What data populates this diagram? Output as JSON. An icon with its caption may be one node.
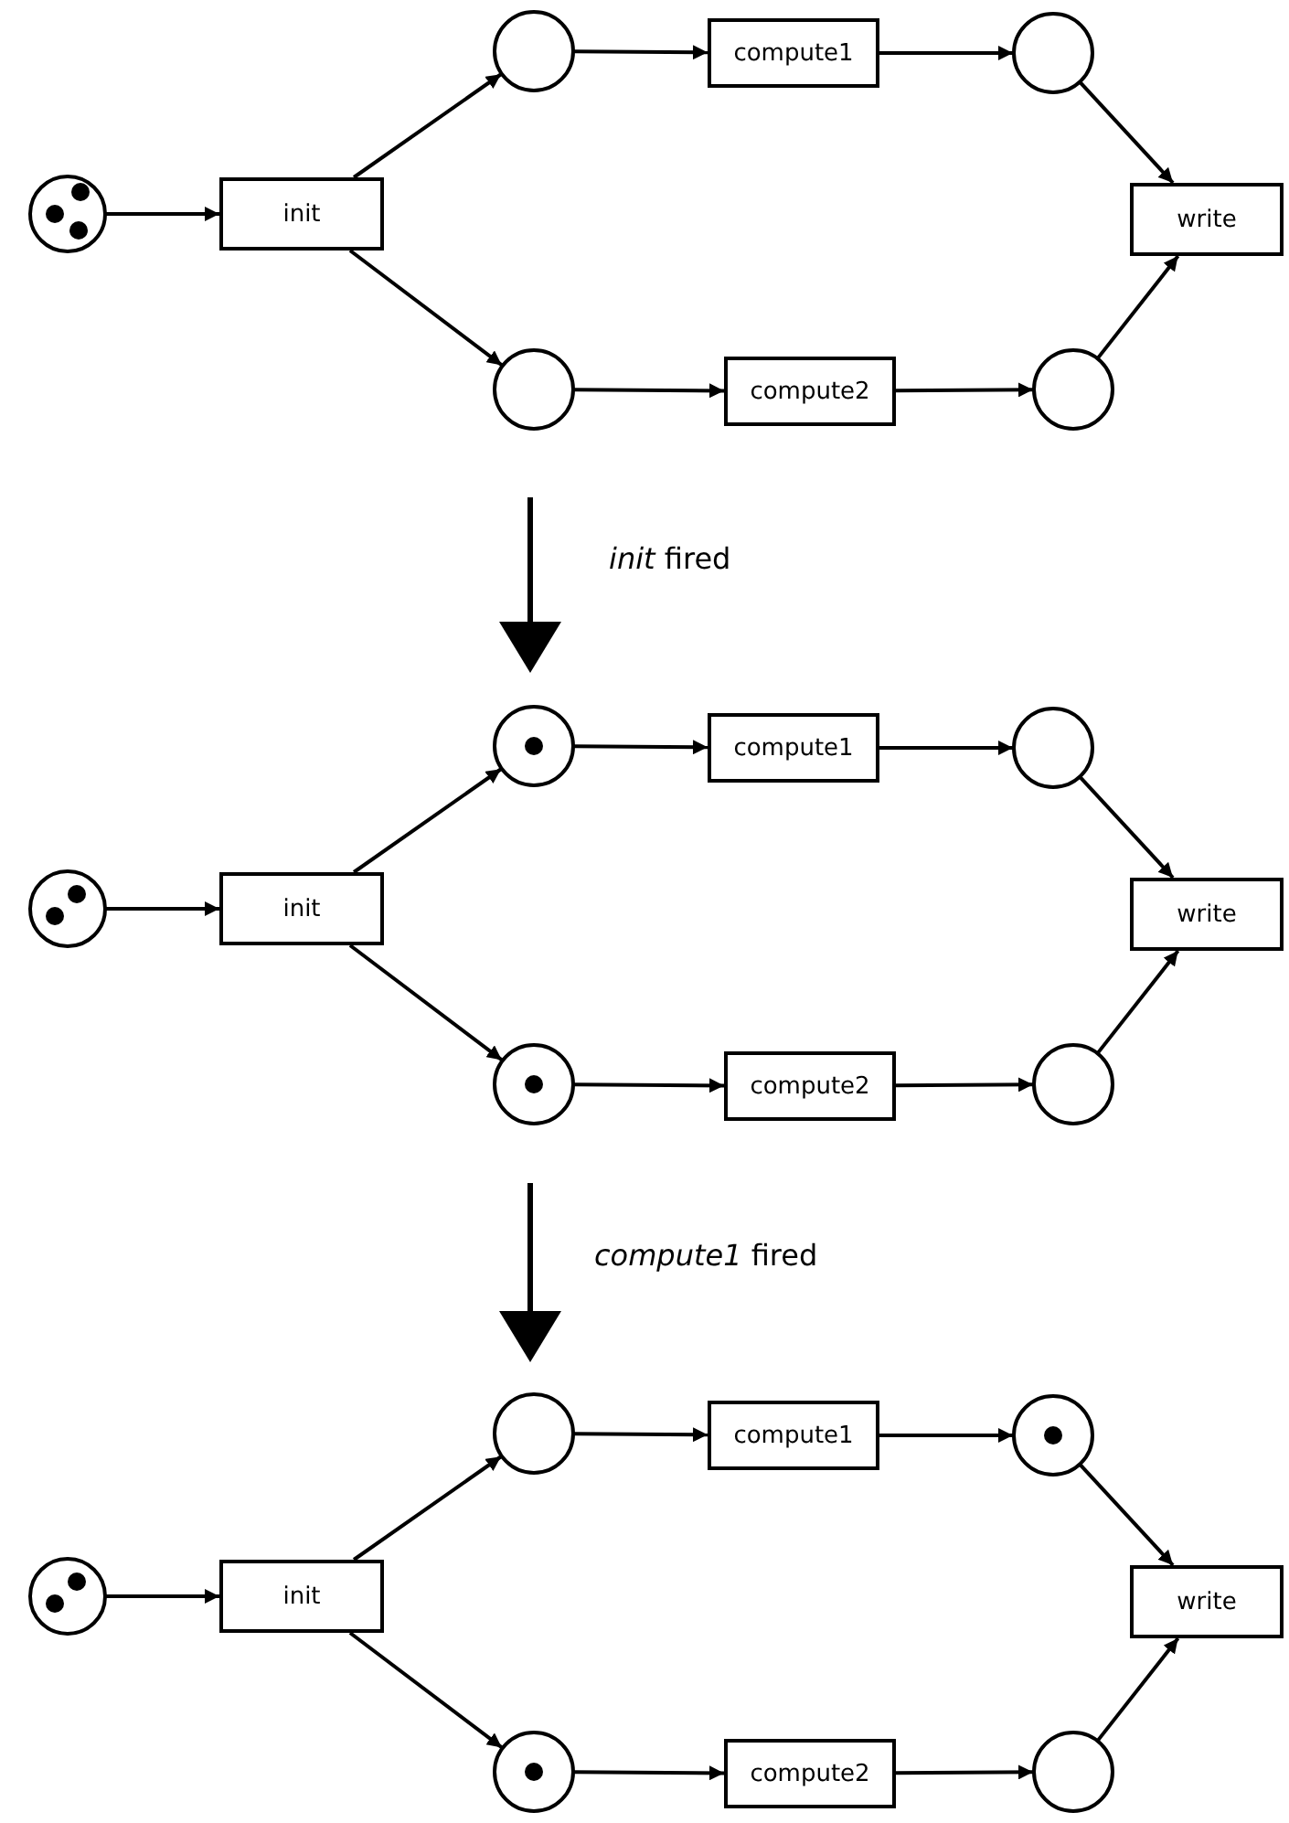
{
  "diagram": {
    "nodes": [
      {
        "text": [],
        "shape": "circle"
      },
      {
        "text": [
          "init"
        ]
      },
      {
        "text": [],
        "shape": "circle"
      },
      {
        "text": [],
        "shape": "circle"
      },
      {
        "text": [
          "compute1"
        ]
      },
      {
        "text": [
          "compute2"
        ]
      },
      {
        "text": [],
        "shape": "circle"
      },
      {
        "text": [],
        "shape": "circle"
      },
      {
        "text": [
          "write"
        ]
      },
      {
        "text": [],
        "shape": "circle"
      },
      {
        "text": [
          "init"
        ]
      },
      {
        "text": [],
        "shape": "circle"
      },
      {
        "text": [],
        "shape": "circle"
      },
      {
        "text": [
          "compute1"
        ]
      },
      {
        "text": [
          "compute2"
        ]
      },
      {
        "text": [],
        "shape": "circle"
      },
      {
        "text": [],
        "shape": "circle"
      },
      {
        "text": [
          "write"
        ]
      },
      {
        "text": [],
        "shape": "circle"
      },
      {
        "text": [
          "init"
        ]
      },
      {
        "text": [],
        "shape": "circle"
      },
      {
        "text": [],
        "shape": "circle"
      },
      {
        "text": [
          "compute1"
        ]
      },
      {
        "text": [
          "compute2"
        ]
      },
      {
        "text": [],
        "shape": "circle"
      },
      {
        "text": [],
        "shape": "circle"
      },
      {
        "text": [
          "write"
        ]
      }
    ],
    "edges": [
      {
        "from": 0,
        "to": 1,
        "arrow": "to"
      },
      {
        "from": 1,
        "to": 2,
        "arrow": "to"
      },
      {
        "from": 1,
        "to": 3,
        "arrow": "to"
      },
      {
        "from": 2,
        "to": 4,
        "arrow": "to"
      },
      {
        "from": 3,
        "to": 5,
        "arrow": "to"
      },
      {
        "from": 4,
        "to": 6,
        "arrow": "to"
      },
      {
        "from": 5,
        "to": 7,
        "arrow": "to"
      },
      {
        "from": 6,
        "to": 8,
        "arrow": "to"
      },
      {
        "from": 7,
        "to": 8,
        "arrow": "to"
      },
      {
        "from": 9,
        "to": 10,
        "arrow": "to"
      },
      {
        "from": 10,
        "to": 11,
        "arrow": "to"
      },
      {
        "from": 10,
        "to": 12,
        "arrow": "to"
      },
      {
        "from": 11,
        "to": 13,
        "arrow": "to"
      },
      {
        "from": 12,
        "to": 14,
        "arrow": "to"
      },
      {
        "from": 13,
        "to": 15,
        "arrow": "to"
      },
      {
        "from": 14,
        "to": 16,
        "arrow": "to"
      },
      {
        "from": 15,
        "to": 17,
        "arrow": "to"
      },
      {
        "from": 16,
        "to": 17,
        "arrow": "to"
      },
      {
        "from": 18,
        "to": 19,
        "arrow": "to"
      },
      {
        "from": 19,
        "to": 20,
        "arrow": "to"
      },
      {
        "from": 19,
        "to": 21,
        "arrow": "to"
      },
      {
        "from": 20,
        "to": 22,
        "arrow": "to"
      },
      {
        "from": 21,
        "to": 23,
        "arrow": "to"
      },
      {
        "from": 22,
        "to": 24,
        "arrow": "to"
      },
      {
        "from": 23,
        "to": 25,
        "arrow": "to"
      },
      {
        "from": 24,
        "to": 26,
        "arrow": "to"
      },
      {
        "from": 25,
        "to": 26,
        "arrow": "to"
      }
    ],
    "labels": [
      "*init* fired",
      "*compute1* fired"
    ]
  }
}
